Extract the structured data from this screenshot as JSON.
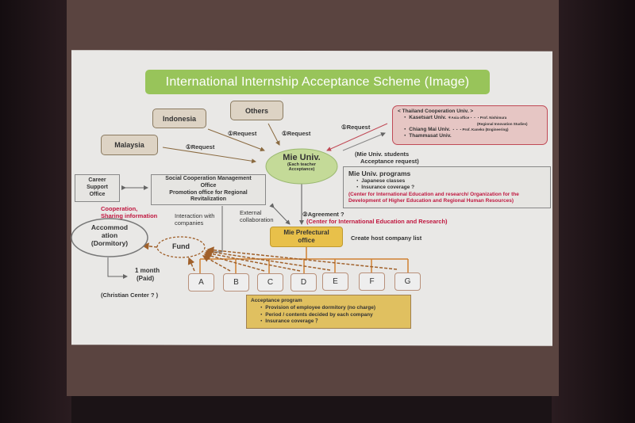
{
  "title": "International Internship Acceptance Scheme (Image)",
  "countries": {
    "others": "Others",
    "indonesia": "Indonesia",
    "malaysia": "Malaysia"
  },
  "request_label": "①Request",
  "thailand": {
    "header": "< Thailand Cooperation Univ. >",
    "items": [
      {
        "name": "・ Kasetsart Univ.",
        "note": "＊Asia office・・・Prof. Nishimura",
        "note2": "(Regional Innovation Studies)"
      },
      {
        "name": "・ Chiang Mai Univ.",
        "note": "・・・Prof. Kaneko (Engineering)"
      },
      {
        "name": "・ Thammasat Univ."
      }
    ]
  },
  "students_request": [
    "(Mie Univ. students",
    "Acceptance request)"
  ],
  "mie_univ": {
    "name": "Mie Univ.",
    "sub1": "(Each teacher",
    "sub2": "Acceptance)"
  },
  "programs": {
    "header": "Mie Univ. programs",
    "items": [
      "・ Japanese classes",
      "・ Insurance coverage ?"
    ],
    "note": "(Center for International Education and research/ Organization for the Development of Higher Education and Regional Human Resources)"
  },
  "career": "Career Support Office",
  "social": [
    "Social Cooperation Management",
    "Office",
    "Promotion office for Regional",
    "Revitalization"
  ],
  "cooperation": [
    "Cooperation,",
    "Sharing information"
  ],
  "interaction": [
    "Interaction with",
    "companies"
  ],
  "external": [
    "External",
    "collaboration"
  ],
  "agreement": "②Agreement ?",
  "agreement_center": "(Center for International Education and Research)",
  "prefectural": [
    "Mie Prefectural",
    "office"
  ],
  "host_list": "Create host company list",
  "accommodation": [
    "Accommod",
    "ation",
    "(Dormitory)"
  ],
  "fund": "Fund",
  "one_month": [
    "1 month",
    "(Paid)"
  ],
  "christian": "(Christian Center ? )",
  "companies": [
    "A",
    "B",
    "C",
    "D",
    "E",
    "F",
    "G"
  ],
  "acceptance": {
    "header": "Acceptance program",
    "items": [
      "・ Provision of employee dormitory (no charge)",
      "・ Period / contents decided by each company",
      "・ Insurance coverage ？"
    ]
  }
}
